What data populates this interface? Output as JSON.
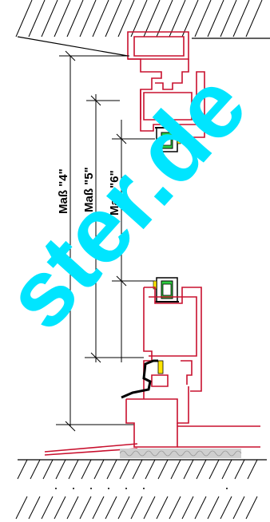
{
  "dimensions": {
    "mass4": "Maß \"4\"",
    "mass5": "Maß \"5\"",
    "mass6": "Maß \"6\""
  },
  "watermark": "ster.de",
  "colors": {
    "frame": "#c8102e",
    "line": "#000000",
    "seal_green": "#2ecc40",
    "seal_yellow": "#ffe600",
    "watermark": "#00e5ff",
    "insulation": "#cfcfcf"
  }
}
